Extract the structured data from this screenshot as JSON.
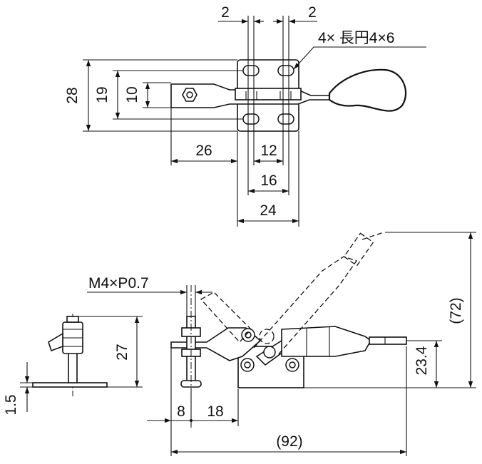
{
  "top_view": {
    "slot_callout": "4× 長円4×6",
    "dims": {
      "gap_left": "2",
      "gap_right": "2",
      "height_28": "28",
      "height_19": "19",
      "height_10": "10",
      "length_26": "26",
      "width_12": "12",
      "width_16": "16",
      "width_24": "24"
    }
  },
  "side_view": {
    "thread_callout": "M4×P0.7",
    "dims": {
      "height_27": "27",
      "thickness_1_5": "1.5",
      "offset_8": "8",
      "offset_18": "18",
      "height_23_4": "23.4",
      "height_72": "(72)",
      "length_92": "(92)"
    }
  }
}
